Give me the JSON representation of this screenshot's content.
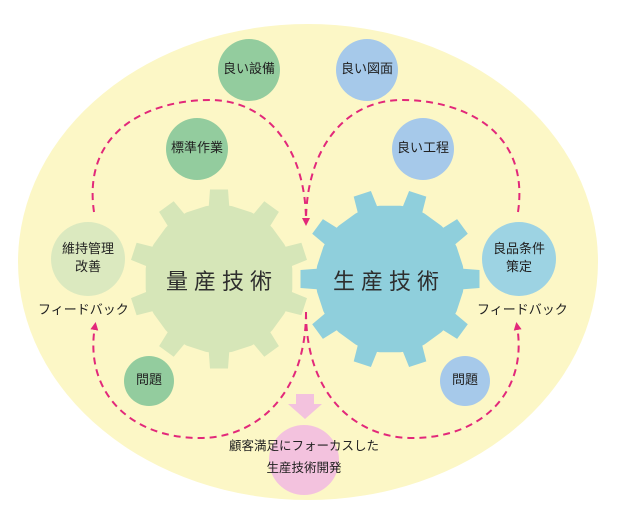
{
  "gears": {
    "left_title": "量産技術",
    "right_title": "生産技術"
  },
  "circles": {
    "good_equipment": "良い設備",
    "good_drawing": "良い図面",
    "standard_work": "標準作業",
    "good_process": "良い工程",
    "maintenance_line1": "維持管理",
    "maintenance_line2": "改善",
    "conditions_line1": "良品条件",
    "conditions_line2": "策定",
    "problem_left": "問題",
    "problem_right": "問題"
  },
  "feedback": {
    "left": "フィードバック",
    "right": "フィードバック"
  },
  "outcome": {
    "line1": "顧客満足にフォーカスした",
    "line2": "生産技術開発"
  },
  "colors": {
    "background_ellipse": "#fcf7c6",
    "left_gear": "#d6e6b8",
    "right_gear": "#8fcfdc",
    "green_circle": "#93cc9e",
    "light_green_circle": "#dbe9bf",
    "blue_circle": "#a6c9ea",
    "light_blue_circle": "#9dd3e3",
    "pink_circle": "#f3c2de",
    "arrow_pink": "#e2287a"
  }
}
